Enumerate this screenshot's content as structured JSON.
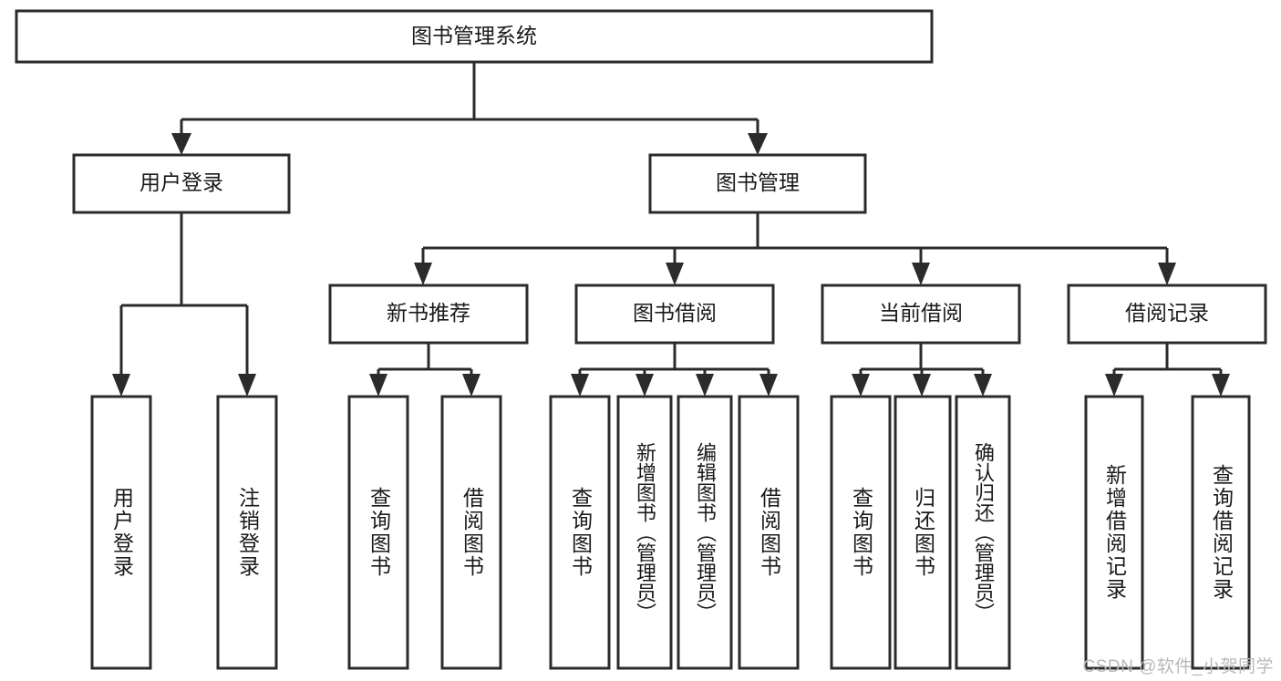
{
  "diagram": {
    "title": "图书管理系统",
    "type": "tree-hierarchy-flowchart",
    "orientation": "top-down",
    "colors": {
      "background": "#ffffff",
      "box_fill": "#ffffff",
      "box_stroke": "#2b2b2b",
      "connector": "#2b2b2b",
      "text": "#1a1a1a",
      "watermark": "#b9b9b9"
    },
    "root": {
      "label": "图书管理系统"
    },
    "level2": [
      {
        "id": "user-login",
        "label": "用户登录"
      },
      {
        "id": "book-management",
        "label": "图书管理"
      }
    ],
    "level3": [
      {
        "id": "new-book-recommend",
        "label": "新书推荐",
        "parent": "book-management"
      },
      {
        "id": "book-borrow",
        "label": "图书借阅",
        "parent": "book-management"
      },
      {
        "id": "current-borrow",
        "label": "当前借阅",
        "parent": "book-management"
      },
      {
        "id": "borrow-record",
        "label": "借阅记录",
        "parent": "book-management"
      }
    ],
    "leaves": {
      "user-login": [
        {
          "id": "leaf-user-login",
          "label": "用户登录"
        },
        {
          "id": "leaf-user-logout",
          "label": "注销登录"
        }
      ],
      "new-book-recommend": [
        {
          "id": "leaf-query-book-1",
          "label": "查询图书"
        },
        {
          "id": "leaf-borrow-book-1",
          "label": "借阅图书"
        }
      ],
      "book-borrow": [
        {
          "id": "leaf-query-book-2",
          "label": "查询图书"
        },
        {
          "id": "leaf-add-book-admin",
          "label": "新增图书（管理员）"
        },
        {
          "id": "leaf-edit-book-admin",
          "label": "编辑图书（管理员）"
        },
        {
          "id": "leaf-borrow-book-2",
          "label": "借阅图书"
        }
      ],
      "current-borrow": [
        {
          "id": "leaf-query-book-3",
          "label": "查询图书"
        },
        {
          "id": "leaf-return-book",
          "label": "归还图书"
        },
        {
          "id": "leaf-confirm-return-admin",
          "label": "确认归还（管理员）"
        }
      ],
      "borrow-record": [
        {
          "id": "leaf-add-borrow-record",
          "label": "新增借阅记录"
        },
        {
          "id": "leaf-query-borrow-record",
          "label": "查询借阅记录"
        }
      ]
    },
    "watermark": "CSDN @软件_小贺同学"
  }
}
